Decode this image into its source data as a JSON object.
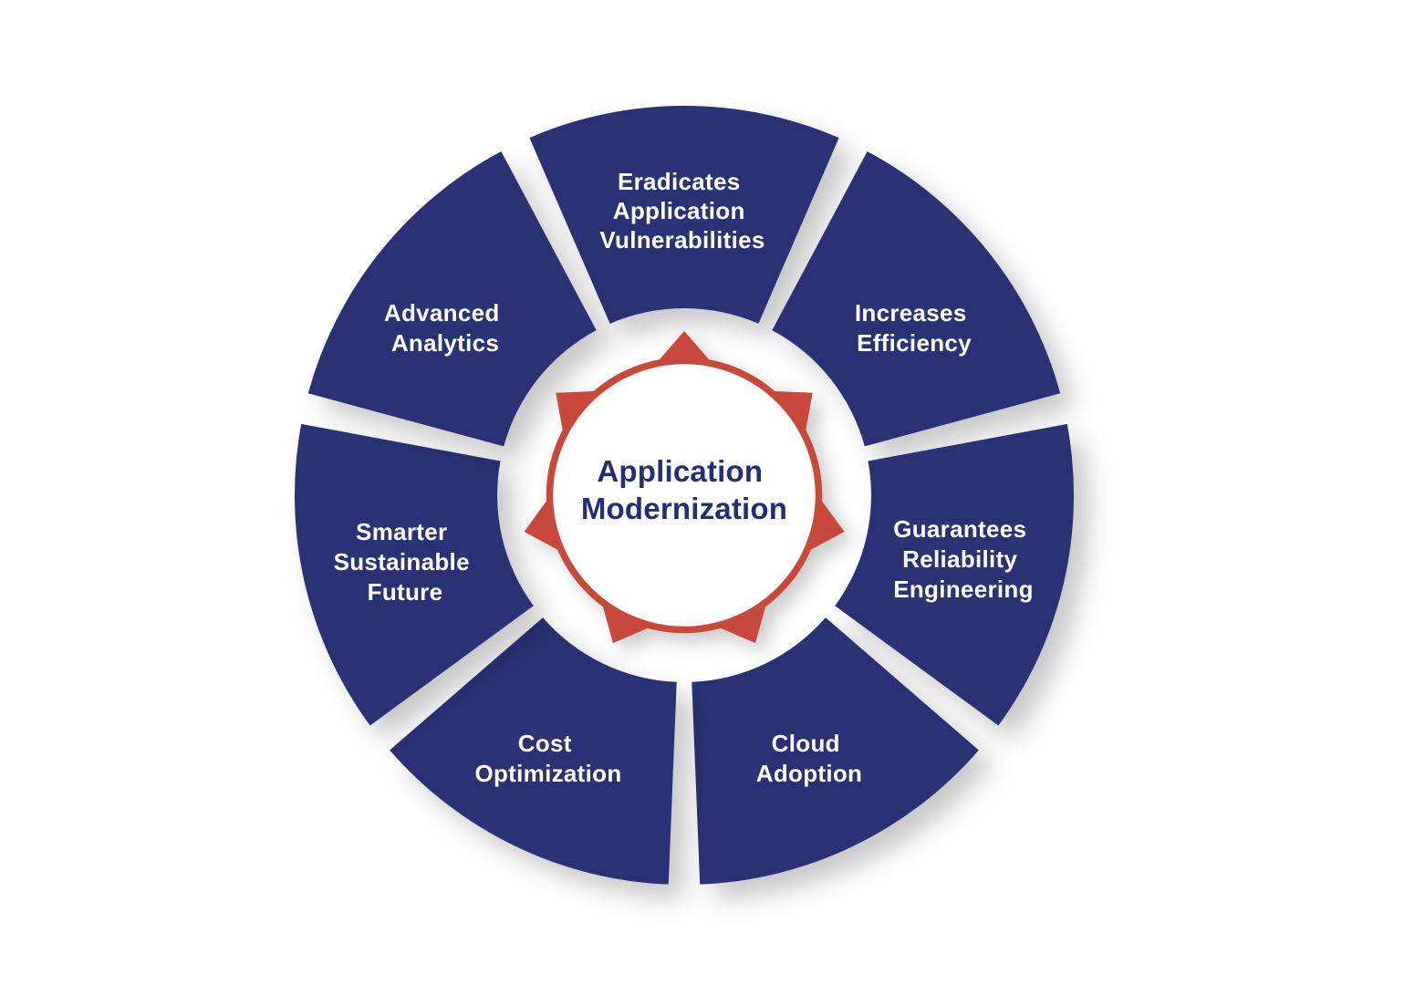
{
  "background": "#ffffff",
  "colors": {
    "segment_fill": "#293174",
    "hub_ring_red": "#C8483A",
    "hub_fill": "#ffffff",
    "center_text_color": "#242E78",
    "segment_text_color": "#FFFFFF"
  },
  "wheel": {
    "center": {
      "label": "Application Modernization",
      "lines": [
        "Application",
        "Modernization"
      ]
    },
    "segments": [
      {
        "label": "Eradicates Application Vulnerabilities",
        "lines": [
          "Eradicates",
          "Application",
          "Vulnerabilities"
        ]
      },
      {
        "label": "Increases Efficiency",
        "lines": [
          "Increases",
          "Efficiency"
        ]
      },
      {
        "label": "Guarantees Reliability Engineering",
        "lines": [
          "Guarantees",
          "Reliability",
          "Engineering"
        ]
      },
      {
        "label": "Cloud Adoption",
        "lines": [
          "Cloud",
          "Adoption"
        ]
      },
      {
        "label": "Cost Optimization",
        "lines": [
          "Cost",
          "Optimization"
        ]
      },
      {
        "label": "Smarter Sustainable Future",
        "lines": [
          "Smarter",
          "Sustainable",
          "Future"
        ]
      },
      {
        "label": "Advanced Analytics",
        "lines": [
          "Advanced",
          "Analytics"
        ]
      }
    ]
  }
}
